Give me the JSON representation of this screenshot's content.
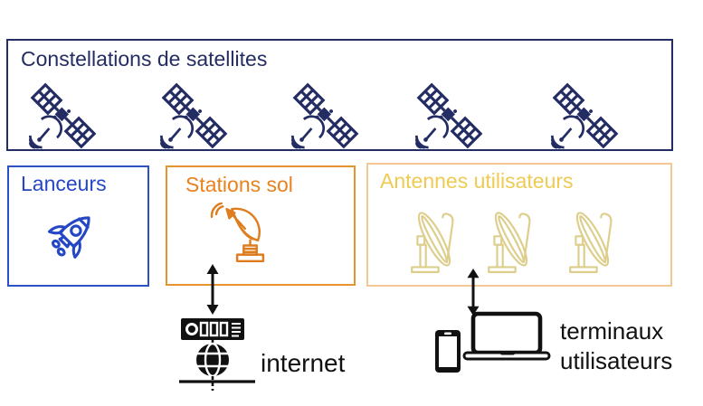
{
  "diagram": {
    "boxes": {
      "constellations": {
        "title": "Constellations de satellites"
      },
      "lanceurs": {
        "title": "Lanceurs"
      },
      "stations_sol": {
        "title": "Stations sol"
      },
      "antennes_utilisateurs": {
        "title": "Antennes utilisateurs"
      }
    },
    "labels": {
      "internet": "internet",
      "terminaux": "terminaux utilisateurs"
    },
    "icons": {
      "satellite_count": 5,
      "user_antenna_count": 3,
      "list": [
        "satellite-icon",
        "rocket-icon",
        "ground-station-dish-icon",
        "user-antenna-icon",
        "double-arrow-icon",
        "server-icon",
        "globe-icon",
        "smartphone-icon",
        "laptop-icon"
      ]
    },
    "colors": {
      "navy": "#232d63",
      "blue": "#2547c5",
      "orange": "#e8821e",
      "orange_border": "#e8942c",
      "gold_text": "#eecb52",
      "peach_border": "#f4c795",
      "pale_gold": "#ddce8c",
      "ink": "#111111"
    }
  }
}
